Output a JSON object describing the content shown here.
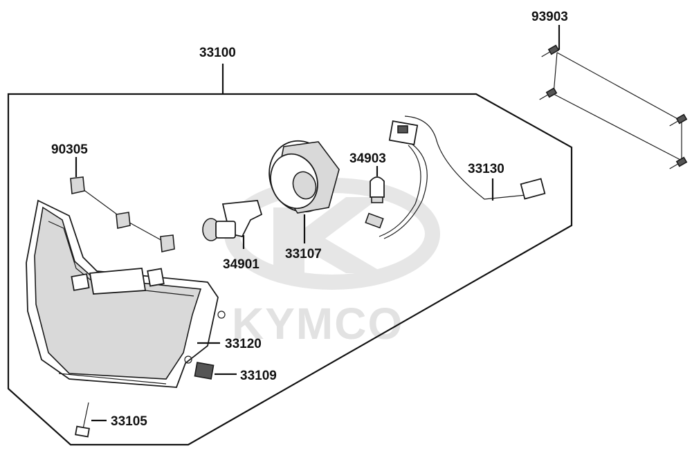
{
  "watermark": {
    "text": "KYMCO"
  },
  "parts": [
    {
      "key": "p33100",
      "number": "33100"
    },
    {
      "key": "p93903",
      "number": "93903"
    },
    {
      "key": "p90305",
      "number": "90305"
    },
    {
      "key": "p34903",
      "number": "34903"
    },
    {
      "key": "p33130",
      "number": "33130"
    },
    {
      "key": "p34901",
      "number": "34901"
    },
    {
      "key": "p33107",
      "number": "33107"
    },
    {
      "key": "p33120",
      "number": "33120"
    },
    {
      "key": "p33109",
      "number": "33109"
    },
    {
      "key": "p33105",
      "number": "33105"
    }
  ]
}
